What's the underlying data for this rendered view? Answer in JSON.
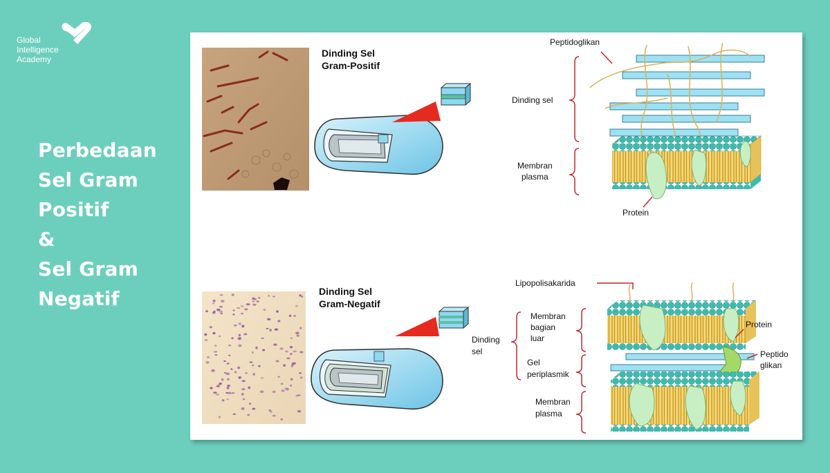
{
  "brand": {
    "line1": "Global",
    "line2": "Intelligence",
    "line3": "Academy"
  },
  "slide_title": {
    "line1": "Perbedaan",
    "line2": "Sel Gram",
    "line3": "Positif",
    "line4": "&",
    "line5": "Sel Gram",
    "line6": "Negatif"
  },
  "positive": {
    "heading_line1": "Dinding Sel",
    "heading_line2": "Gram-Positif",
    "labels": {
      "peptidoglikan": "Peptidoglikan",
      "dinding_sel": "Dinding sel",
      "membran_line1": "Membran",
      "membran_line2": "plasma",
      "protein": "Protein"
    }
  },
  "negative": {
    "heading_line1": "Dinding Sel",
    "heading_line2": "Gram-Negatif",
    "labels": {
      "lipopolisakarida": "Lipopolisakarida",
      "dinding_line1": "Dinding",
      "dinding_line2": "sel",
      "outer_line1": "Membran",
      "outer_line2": "bagian",
      "outer_line3": "luar",
      "gel_line1": "Gel",
      "gel_line2": "periplasmik",
      "plasma_line1": "Membran",
      "plasma_line2": "plasma",
      "protein": "Protein",
      "peptido_line1": "Peptido",
      "peptido_line2": "glikan"
    }
  },
  "colors": {
    "background": "#6ccfbd",
    "accent_red": "#e52b1f",
    "cell_blue": "#8fd8f2",
    "lipid_head": "#3cbcaf",
    "lipid_tail": "#e0b43c",
    "protein": "#c8efc4"
  }
}
